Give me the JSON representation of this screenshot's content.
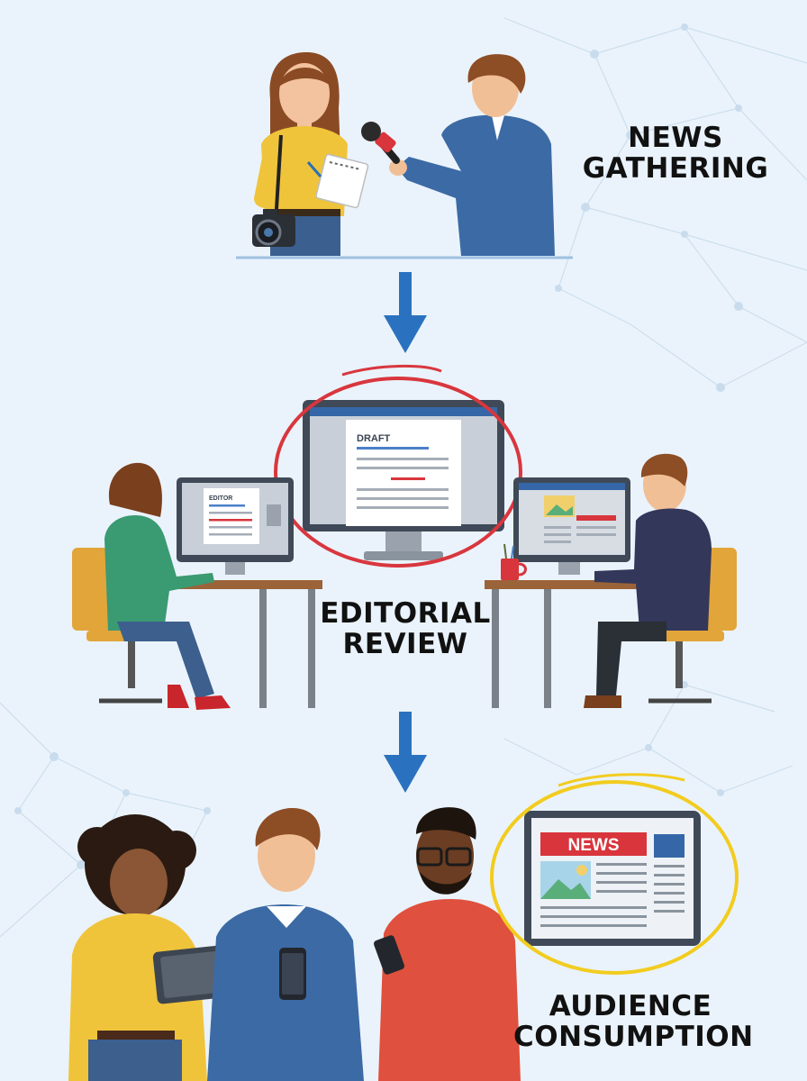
{
  "stages": [
    {
      "id": "gathering",
      "line1": "NEWS",
      "line2": "GATHERING"
    },
    {
      "id": "editorial",
      "line1": "EDITORIAL",
      "line2": "REVIEW"
    },
    {
      "id": "audience",
      "line1": "AUDIENCE",
      "line2": "CONSUMPTION"
    }
  ],
  "screens": {
    "draft_label": "DRAFT",
    "editor_label": "EDITOR",
    "news_label": "NEWS"
  },
  "colors": {
    "background": "#eaf3fb",
    "arrow": "#2a72c0",
    "editorial_circle": "#d9363e",
    "audience_circle": "#f2cc1f"
  },
  "icons": [
    "camera-icon",
    "microphone-icon",
    "notepad-icon",
    "coffee-mug-icon",
    "tablet-icon",
    "smartphone-icon"
  ]
}
